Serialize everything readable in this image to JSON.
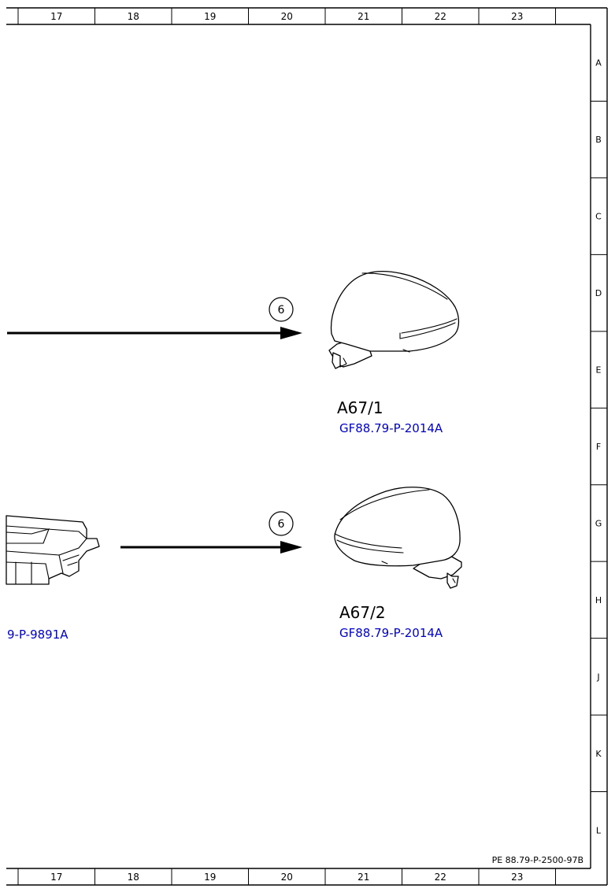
{
  "frame": {
    "columns": [
      "17",
      "18",
      "19",
      "20",
      "21",
      "22",
      "23"
    ],
    "rows": [
      "A",
      "B",
      "C",
      "D",
      "E",
      "F",
      "G",
      "H",
      "J",
      "K",
      "L"
    ],
    "document_ref": "PE 88.79-P-2500-97B"
  },
  "components": [
    {
      "id": "A67/1",
      "ref": "GF88.79-P-2014A",
      "callout": "6",
      "icon": "side-mirror-left-icon"
    },
    {
      "id": "A67/2",
      "ref": "GF88.79-P-2014A",
      "callout": "6",
      "icon": "side-mirror-right-icon"
    }
  ],
  "left_component": {
    "ref_partial": "9-P-9891A",
    "icon": "control-unit-icon"
  },
  "colors": {
    "line": "#000000",
    "link": "#0000cc",
    "background": "#ffffff"
  }
}
